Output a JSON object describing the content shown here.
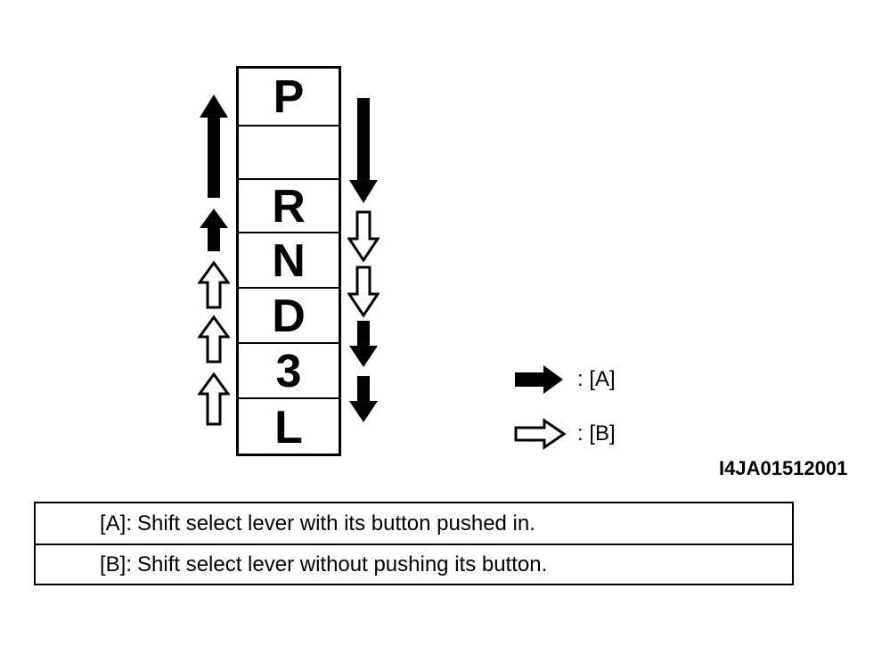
{
  "gear_positions": [
    "P",
    "",
    "R",
    "N",
    "D",
    "3",
    "L"
  ],
  "legend": {
    "solid_label": ": [A]",
    "hollow_label": ": [B]"
  },
  "figure_id": "I4JA01512001",
  "notes": [
    {
      "key": "[A]:",
      "text": "Shift select lever with its button pushed in."
    },
    {
      "key": "[B]:",
      "text": "Shift select lever without pushing its button."
    }
  ]
}
